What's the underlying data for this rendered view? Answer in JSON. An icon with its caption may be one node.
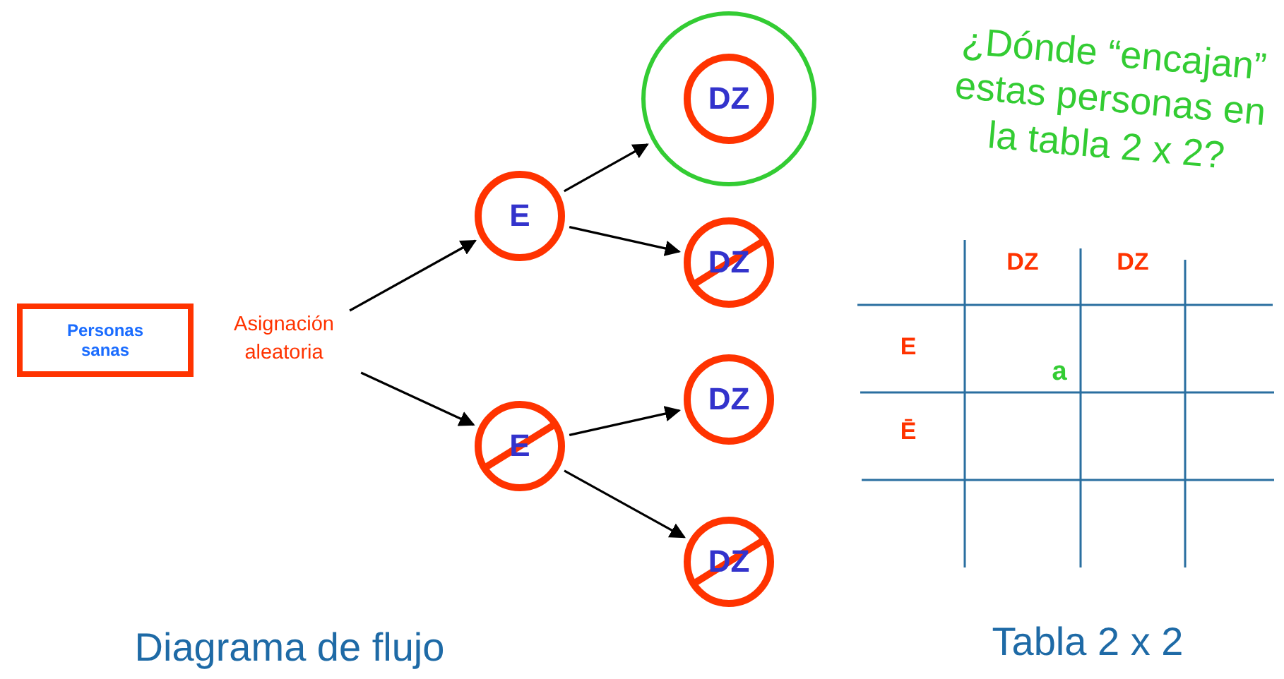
{
  "diagram": {
    "nodes": [
      {
        "text": [
          "Personas sanas"
        ]
      },
      {
        "text": [
          "Asignación aleatoria"
        ]
      },
      {
        "text": [
          "E"
        ]
      },
      {
        "text": [
          "E"
        ]
      },
      {
        "text": [],
        "shape": "circle"
      },
      {
        "text": [
          "DZ"
        ],
        "in": 4
      },
      {
        "text": [
          "DZ"
        ]
      },
      {
        "text": [
          "DZ"
        ]
      },
      {
        "text": [
          "DZ"
        ]
      }
    ],
    "edges": [
      {
        "from": 1,
        "to": 2,
        "arrow": "to"
      },
      {
        "from": 1,
        "to": 3,
        "arrow": "to"
      },
      {
        "from": 2,
        "to": 4,
        "arrow": "to"
      },
      {
        "from": 2,
        "to": 6,
        "arrow": "to"
      },
      {
        "from": 3,
        "to": 7,
        "arrow": "to"
      },
      {
        "from": 3,
        "to": 8,
        "arrow": "to"
      }
    ],
    "labels": [
      "¿Dónde “encajan” estas personas en la tabla 2 x 2?",
      "DZ",
      "DZ",
      "E",
      "a",
      "Ē",
      "Diagrama de flujo",
      "Tabla 2 x 2"
    ]
  }
}
